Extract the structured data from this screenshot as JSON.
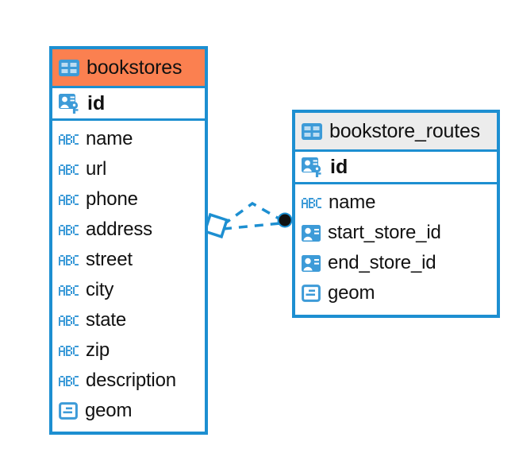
{
  "diagram": {
    "type": "entity-relationship-diagram",
    "accent_color": "#1d8fd1",
    "highlight_color": "#fb8050",
    "header_grey": "#ececec",
    "background": "#ffffff"
  },
  "entities": [
    {
      "name": "bookstores",
      "header_style": "orange",
      "table_icon": "table-icon",
      "primary_key": {
        "label": "id",
        "icon": "primary-key-icon"
      },
      "fields": [
        {
          "label": "name",
          "icon": "abc-text-icon"
        },
        {
          "label": "url",
          "icon": "abc-text-icon"
        },
        {
          "label": "phone",
          "icon": "abc-text-icon"
        },
        {
          "label": "address",
          "icon": "abc-text-icon"
        },
        {
          "label": "street",
          "icon": "abc-text-icon"
        },
        {
          "label": "city",
          "icon": "abc-text-icon"
        },
        {
          "label": "state",
          "icon": "abc-text-icon"
        },
        {
          "label": "zip",
          "icon": "abc-text-icon"
        },
        {
          "label": "description",
          "icon": "abc-text-icon"
        },
        {
          "label": "geom",
          "icon": "geometry-icon"
        }
      ]
    },
    {
      "name": "bookstore_routes",
      "header_style": "grey",
      "table_icon": "table-icon",
      "primary_key": {
        "label": "id",
        "icon": "primary-key-icon"
      },
      "fields": [
        {
          "label": "name",
          "icon": "abc-text-icon"
        },
        {
          "label": "start_store_id",
          "icon": "foreign-key-icon"
        },
        {
          "label": "end_store_id",
          "icon": "foreign-key-icon"
        },
        {
          "label": "geom",
          "icon": "geometry-icon"
        }
      ]
    }
  ],
  "relationship": {
    "style": "dashed",
    "color": "#1d8fd1",
    "source_marker": "diamond-marker",
    "target_marker": "filled-circle-marker",
    "branch_count": 2
  }
}
